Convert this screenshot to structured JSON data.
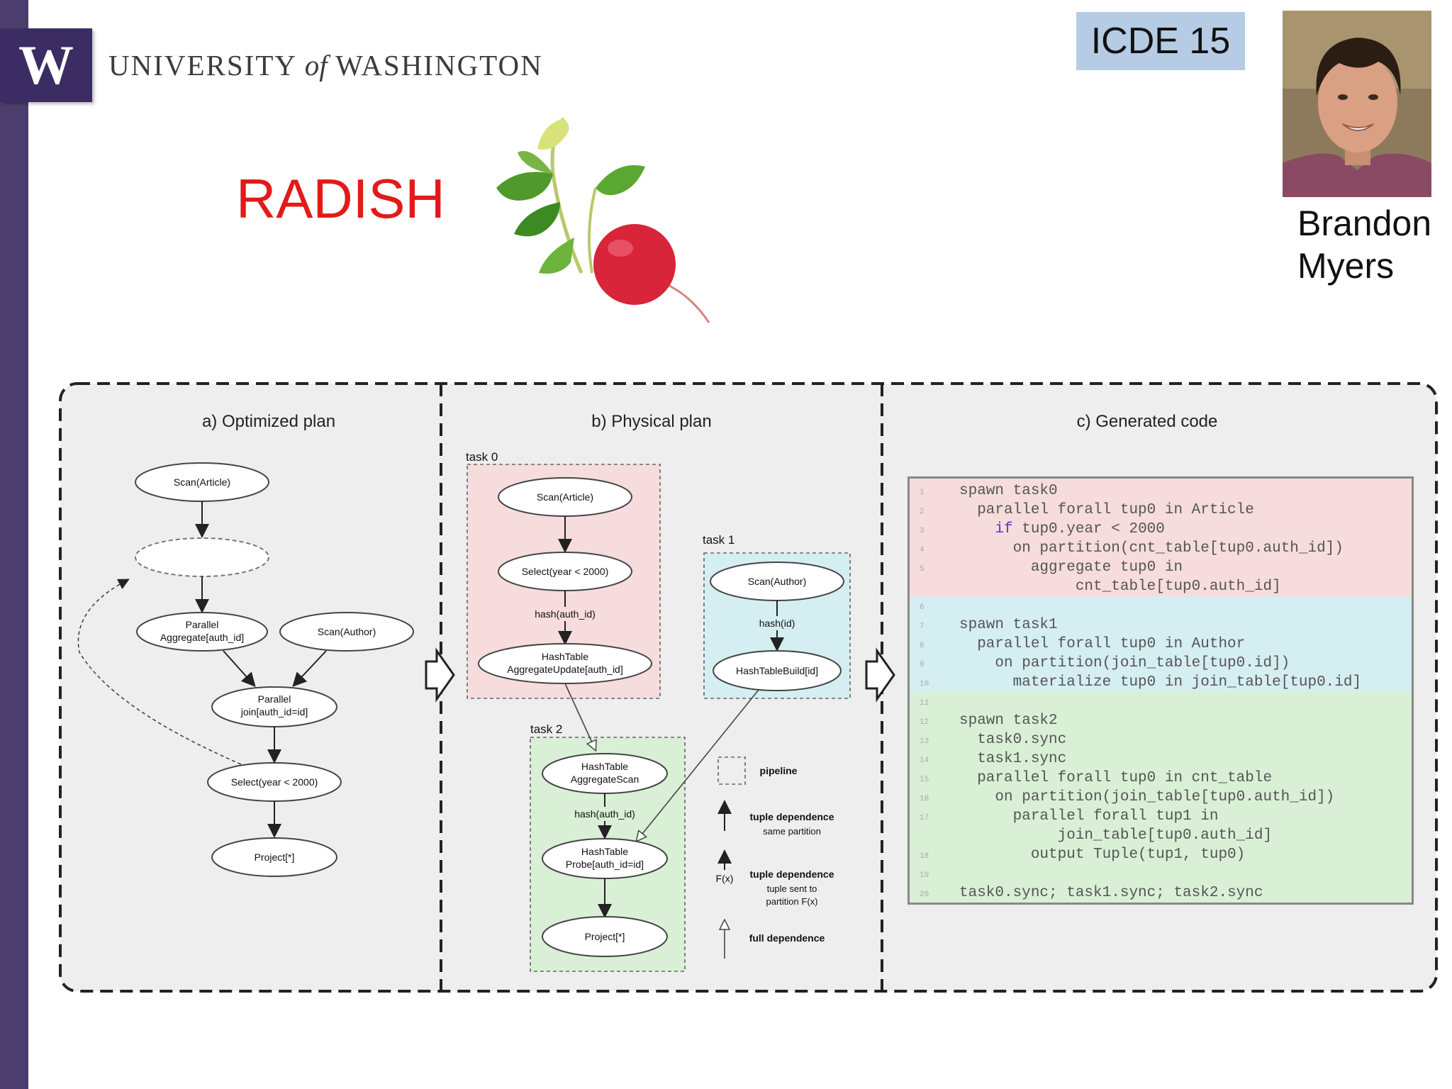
{
  "header": {
    "logo_letter": "W",
    "university_pre": "UNIVERSITY ",
    "university_of": "of",
    "university_post": " WASHINGTON",
    "conference": "ICDE 15",
    "author_first": "Brandon",
    "author_last": "Myers",
    "title": "RADISH"
  },
  "panels": {
    "a_title": "a) Optimized plan",
    "b_title": "b) Physical plan",
    "c_title": "c) Generated code"
  },
  "optimized": {
    "scan_article": "Scan(Article)",
    "parallel_agg_1": "Parallel",
    "parallel_agg_2": "Aggregate[auth_id]",
    "scan_author": "Scan(Author)",
    "parallel_join_1": "Parallel",
    "parallel_join_2": "join[auth_id=id]",
    "select": "Select(year < 2000)",
    "project": "Project[*]"
  },
  "physical": {
    "task0": "task 0",
    "task1": "task 1",
    "task2": "task 2",
    "scan_article": "Scan(Article)",
    "select": "Select(year < 2000)",
    "hash_auth_id": "hash(auth_id)",
    "agg_update_1": "HashTable",
    "agg_update_2": "AggregateUpdate[auth_id]",
    "scan_author": "Scan(Author)",
    "hash_id": "hash(id)",
    "build": "HashTableBuild[id]",
    "agg_scan_1": "HashTable",
    "agg_scan_2": "AggregateScan",
    "hash_auth_id_2": "hash(auth_id)",
    "probe_1": "HashTable",
    "probe_2": "Probe[auth_id=id]",
    "project": "Project[*]"
  },
  "legend": {
    "pipeline": "pipeline",
    "tuple_dep": "tuple dependence",
    "same_partition": "same partition",
    "fx": "F(x)",
    "tuple_dep_2": "tuple dependence",
    "sent_1": "tuple sent to",
    "sent_2": "partition F(x)",
    "full_dep": "full dependence"
  },
  "code": {
    "blocks": [
      {
        "color": "#f6dcdc"
      },
      {
        "color": "#d5eef2"
      },
      {
        "color": "#d9f0d6"
      }
    ],
    "lines": [
      {
        "n": "1",
        "t": "spawn task0",
        "b": 0
      },
      {
        "n": "2",
        "t": "  parallel forall tup0 in Article",
        "b": 0
      },
      {
        "n": "3",
        "k": "if",
        "t": " tup0.year < 2000",
        "i": "    ",
        "b": 0
      },
      {
        "n": "4",
        "t": "      on partition(cnt_table[tup0.auth_id])",
        "b": 0
      },
      {
        "n": "5",
        "t": "        aggregate tup0 in",
        "b": 0
      },
      {
        "n": "",
        "t": "             cnt_table[tup0.auth_id]",
        "b": 0
      },
      {
        "n": "6",
        "t": "",
        "b": 1
      },
      {
        "n": "7",
        "t": "spawn task1",
        "b": 1
      },
      {
        "n": "8",
        "t": "  parallel forall tup0 in Author",
        "b": 1
      },
      {
        "n": "9",
        "t": "    on partition(join_table[tup0.id])",
        "b": 1
      },
      {
        "n": "10",
        "t": "      materialize tup0 in join_table[tup0.id]",
        "b": 1
      },
      {
        "n": "11",
        "t": "",
        "b": 2
      },
      {
        "n": "12",
        "t": "spawn task2",
        "b": 2
      },
      {
        "n": "13",
        "t": "  task0.sync",
        "b": 2
      },
      {
        "n": "14",
        "t": "  task1.sync",
        "b": 2
      },
      {
        "n": "15",
        "t": "  parallel forall tup0 in cnt_table",
        "b": 2
      },
      {
        "n": "16",
        "t": "    on partition(join_table[tup0.auth_id])",
        "b": 2
      },
      {
        "n": "17",
        "t": "      parallel forall tup1 in",
        "b": 2
      },
      {
        "n": "",
        "t": "           join_table[tup0.auth_id]",
        "b": 2
      },
      {
        "n": "18",
        "t": "        output Tuple(tup1, tup0)",
        "b": 2
      },
      {
        "n": "19",
        "t": "",
        "b": 2
      },
      {
        "n": "20",
        "t": "task0.sync; task1.sync; task2.sync",
        "b": 2
      }
    ]
  }
}
